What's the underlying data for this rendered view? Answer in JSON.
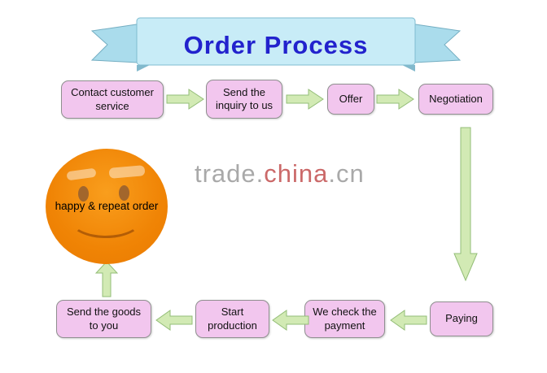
{
  "banner": {
    "title": "Order Process"
  },
  "watermark": {
    "left": "trade.",
    "mid": "china",
    "right": ".cn"
  },
  "nodes": {
    "contact": {
      "label": "Contact customer service"
    },
    "inquiry": {
      "label": "Send the inquiry to us"
    },
    "offer": {
      "label": "Offer"
    },
    "negotiation": {
      "label": "Negotiation"
    },
    "paying": {
      "label": "Paying"
    },
    "check_payment": {
      "label": "We check the payment"
    },
    "production": {
      "label": "Start production"
    },
    "send_goods": {
      "label": "Send the goods to you"
    },
    "happy": {
      "label": "happy & repeat order"
    }
  },
  "icons": {
    "arrows": [
      "arrow-right-icon",
      "arrow-down-icon",
      "arrow-left-icon",
      "arrow-up-icon"
    ],
    "smiley": "smiley-face-icon",
    "banner": "ribbon-banner-icon"
  },
  "colors": {
    "box_fill": "#f2c6ee",
    "box_border": "#8f8f8f",
    "arrow_fill": "#d2eab4",
    "arrow_border": "#93bd77",
    "banner_fill": "#c8ecf7",
    "banner_tail_fill": "#aadcec",
    "title_text": "#2222cd",
    "smiley_fill": "#f08405",
    "watermark_gray": "#9b9b9b",
    "watermark_red": "#c25050"
  }
}
